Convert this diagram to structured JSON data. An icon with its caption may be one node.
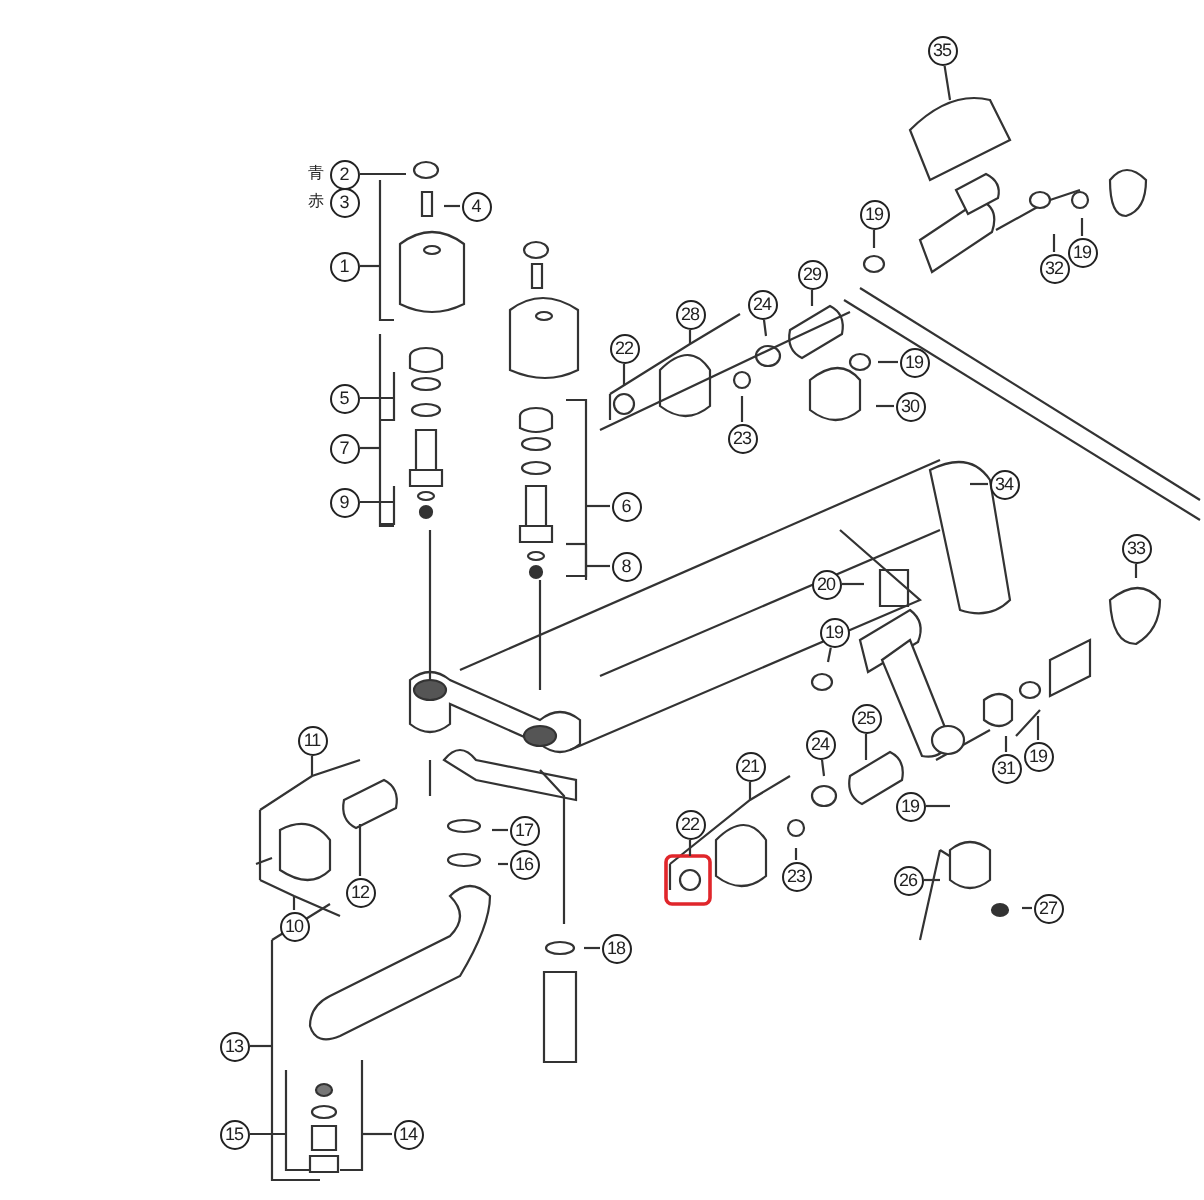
{
  "diagram": {
    "nodes": [
      {
        "text": [
          "2"
        ],
        "beside": [
          "青"
        ]
      },
      {
        "text": [
          "4"
        ]
      },
      {
        "text": [
          "1"
        ]
      },
      {
        "text": [
          "5"
        ]
      },
      {
        "text": [
          "7"
        ]
      },
      {
        "text": [
          "9"
        ]
      },
      {
        "text": [
          "6"
        ]
      },
      {
        "text": [
          "8"
        ]
      },
      {
        "text": [
          "35"
        ]
      },
      {
        "text": [
          "19"
        ]
      },
      {
        "text": [
          "32"
        ]
      },
      {
        "text": [
          "19"
        ]
      },
      {
        "text": [
          "29"
        ]
      },
      {
        "text": [
          "28"
        ]
      },
      {
        "text": [
          "24"
        ]
      },
      {
        "text": [
          "22"
        ]
      },
      {
        "text": [
          "19"
        ]
      },
      {
        "text": [
          "30"
        ]
      },
      {
        "text": [
          "23"
        ]
      },
      {
        "text": [
          "34"
        ]
      },
      {
        "text": [
          "33"
        ]
      },
      {
        "text": [
          "20"
        ]
      },
      {
        "text": [
          "19"
        ]
      },
      {
        "text": [
          "25"
        ]
      },
      {
        "text": [
          "24"
        ]
      },
      {
        "text": [
          "31"
        ]
      },
      {
        "text": [
          "19"
        ]
      },
      {
        "text": [
          "11"
        ]
      },
      {
        "text": [
          "21"
        ]
      },
      {
        "text": [
          "19"
        ]
      },
      {
        "text": [
          "17"
        ]
      },
      {
        "text": [
          "22"
        ]
      },
      {
        "text": [
          "16"
        ]
      },
      {
        "text": [
          "23"
        ]
      },
      {
        "text": [
          "26"
        ]
      },
      {
        "text": [
          "12"
        ]
      },
      {
        "text": [
          "27"
        ]
      },
      {
        "text": [
          "10"
        ]
      },
      {
        "text": [
          "18"
        ]
      },
      {
        "text": [
          "13"
        ]
      },
      {
        "text": [
          "15"
        ]
      },
      {
        "text": [
          "14"
        ]
      },
      {
        "text": [
          "3"
        ],
        "beside": [
          "赤"
        ]
      }
    ],
    "edges": [
      {
        "from": 0,
        "to": null,
        "arrow": "none"
      },
      {
        "from": 1,
        "to": null,
        "arrow": "none"
      },
      {
        "from": 2,
        "to": null,
        "arrow": "none"
      },
      {
        "from": 3,
        "to": null,
        "arrow": "none"
      },
      {
        "from": 4,
        "to": null,
        "arrow": "none"
      },
      {
        "from": 5,
        "to": null,
        "arrow": "none"
      },
      {
        "from": 6,
        "to": null,
        "arrow": "none"
      },
      {
        "from": 7,
        "to": null,
        "arrow": "none"
      },
      {
        "from": 8,
        "to": null,
        "arrow": "none"
      },
      {
        "from": 9,
        "to": null,
        "arrow": "none"
      },
      {
        "from": 10,
        "to": null,
        "arrow": "none"
      },
      {
        "from": 11,
        "to": null,
        "arrow": "none"
      },
      {
        "from": 12,
        "to": null,
        "arrow": "none"
      },
      {
        "from": 13,
        "to": null,
        "arrow": "none"
      },
      {
        "from": 14,
        "to": null,
        "arrow": "none"
      },
      {
        "from": 15,
        "to": null,
        "arrow": "none"
      },
      {
        "from": 16,
        "to": null,
        "arrow": "none"
      },
      {
        "from": 17,
        "to": null,
        "arrow": "none"
      },
      {
        "from": 18,
        "to": null,
        "arrow": "none"
      },
      {
        "from": 19,
        "to": null,
        "arrow": "none"
      },
      {
        "from": 20,
        "to": null,
        "arrow": "none"
      },
      {
        "from": 21,
        "to": null,
        "arrow": "none"
      },
      {
        "from": 22,
        "to": null,
        "arrow": "none"
      },
      {
        "from": 23,
        "to": null,
        "arrow": "none"
      },
      {
        "from": 24,
        "to": null,
        "arrow": "none"
      },
      {
        "from": 25,
        "to": null,
        "arrow": "none"
      },
      {
        "from": 26,
        "to": null,
        "arrow": "none"
      },
      {
        "from": 27,
        "to": null,
        "arrow": "none"
      },
      {
        "from": 28,
        "to": null,
        "arrow": "none"
      },
      {
        "from": 29,
        "to": null,
        "arrow": "none"
      },
      {
        "from": 30,
        "to": null,
        "arrow": "none"
      },
      {
        "from": 31,
        "to": null,
        "arrow": "none"
      },
      {
        "from": 32,
        "to": null,
        "arrow": "none"
      },
      {
        "from": 33,
        "to": null,
        "arrow": "none"
      },
      {
        "from": 34,
        "to": null,
        "arrow": "none"
      },
      {
        "from": 35,
        "to": null,
        "arrow": "none"
      },
      {
        "from": 36,
        "to": null,
        "arrow": "none"
      },
      {
        "from": 37,
        "to": null,
        "arrow": "none"
      },
      {
        "from": 38,
        "to": null,
        "arrow": "none"
      },
      {
        "from": 39,
        "to": null,
        "arrow": "none"
      },
      {
        "from": 40,
        "to": null,
        "arrow": "none"
      },
      {
        "from": 41,
        "to": null,
        "arrow": "none"
      }
    ]
  }
}
